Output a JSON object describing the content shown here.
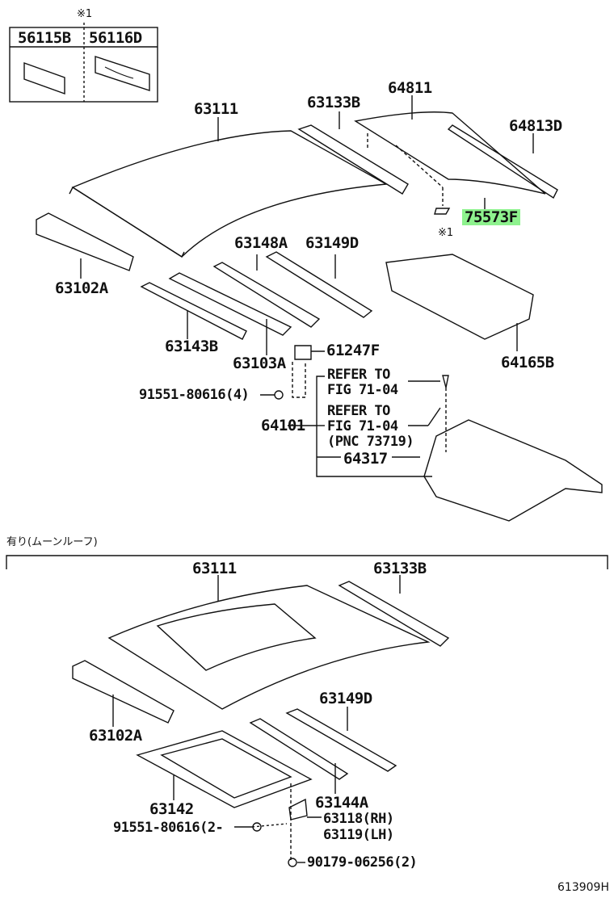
{
  "top_section": {
    "inset": {
      "note": "※1",
      "parts": [
        "56115B",
        "56116D"
      ]
    },
    "labels": {
      "roof_panel": "63111",
      "roof_rail_rear": "63133B",
      "back_window_glass": "64811",
      "weatherstrip": "64813D",
      "highlighted_part": "75573F",
      "highlight_note": "※1",
      "header_panel": "63102A",
      "reinforcement_a": "63148A",
      "reinforcement_d": "63149D",
      "reinforcement_b": "63143B",
      "roof_bow": "63103A",
      "bracket": "61247F",
      "package_tray": "64165B",
      "bolt": "91551-80616(4)",
      "panel_assy": "64101",
      "refer1_line1": "REFER TO",
      "refer1_line2": "FIG 71-04",
      "refer2_line1": "REFER TO",
      "refer2_line2": "FIG 71-04",
      "refer2_line3": "(PNC 73719)",
      "clip": "64317"
    }
  },
  "bottom_section": {
    "header": "有り(ムーンルーフ)",
    "labels": {
      "roof_panel": "63111",
      "roof_rail_rear": "63133B",
      "reinforcement_d": "63149D",
      "header_panel": "63102A",
      "sunroof_frame": "63142",
      "reinforcement_a": "63144A",
      "bracket_rh": "63118(RH)",
      "bracket_lh": "63119(LH)",
      "bolt": "91551-80616(2-",
      "nut": "90179-06256(2)"
    }
  },
  "figure_id": "613909H",
  "colors": {
    "highlight": "#8ef28e",
    "ink": "#111111"
  }
}
